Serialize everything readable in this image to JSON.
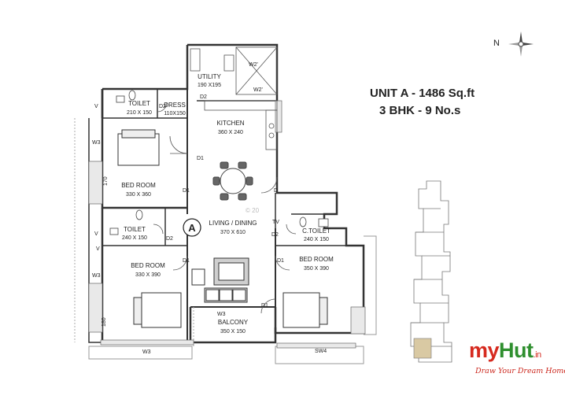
{
  "title": {
    "unit": "UNIT  A  -  1486 Sq.ft",
    "config": "3 BHK  -  9 No.s"
  },
  "compass": {
    "label": "N",
    "icon": "compass-star-icon"
  },
  "logo": {
    "my": "my",
    "hut": "Hut",
    "tld": ".in",
    "tagline": "Draw Your Dream Home"
  },
  "unit_marker": "A",
  "watermark": "© 20",
  "rooms": {
    "utility": {
      "name": "UTILITY",
      "size": "190 X195"
    },
    "toilet1": {
      "name": "TOILET",
      "size": "210 X 150"
    },
    "dress": {
      "name": "DRESS",
      "size": "110X150"
    },
    "kitchen": {
      "name": "KITCHEN",
      "size": "360 X 240"
    },
    "bed1": {
      "name": "BED ROOM",
      "size": "330 X 360"
    },
    "living": {
      "name": "LIVING / DINING",
      "size": "370 X 610"
    },
    "toilet2": {
      "name": "TOILET",
      "size": "240 X 150"
    },
    "ctoilet": {
      "name": "C.TOILET",
      "size": "240 X 150"
    },
    "bed2": {
      "name": "BED ROOM",
      "size": "330 X 390"
    },
    "bed3": {
      "name": "BED ROOM",
      "size": "350 X 390"
    },
    "balcony": {
      "name": "BALCONY",
      "size": "350 X 150"
    }
  },
  "tags": {
    "w2_a": "W2'",
    "w2_b": "W2'",
    "d2_utility": "D2",
    "d2_dress": "D2",
    "v1": "V",
    "w3_1": "W3",
    "d1_bed1": "D1",
    "d1_kitchen": "D1",
    "d1_living": "D1",
    "d_right": "D",
    "dim_170": "170",
    "v2": "V",
    "d2_toilet2": "D2",
    "tv": "TV",
    "v3": "V",
    "d2_ctoilet": "D2",
    "w3_2": "W3",
    "d1_bed2": "D1",
    "d1_bed3": "D1",
    "d1_balcony": "D1",
    "w3_balcony": "W3",
    "dim_180": "180",
    "w3_bottom": "W3",
    "sw4": "SW4"
  }
}
